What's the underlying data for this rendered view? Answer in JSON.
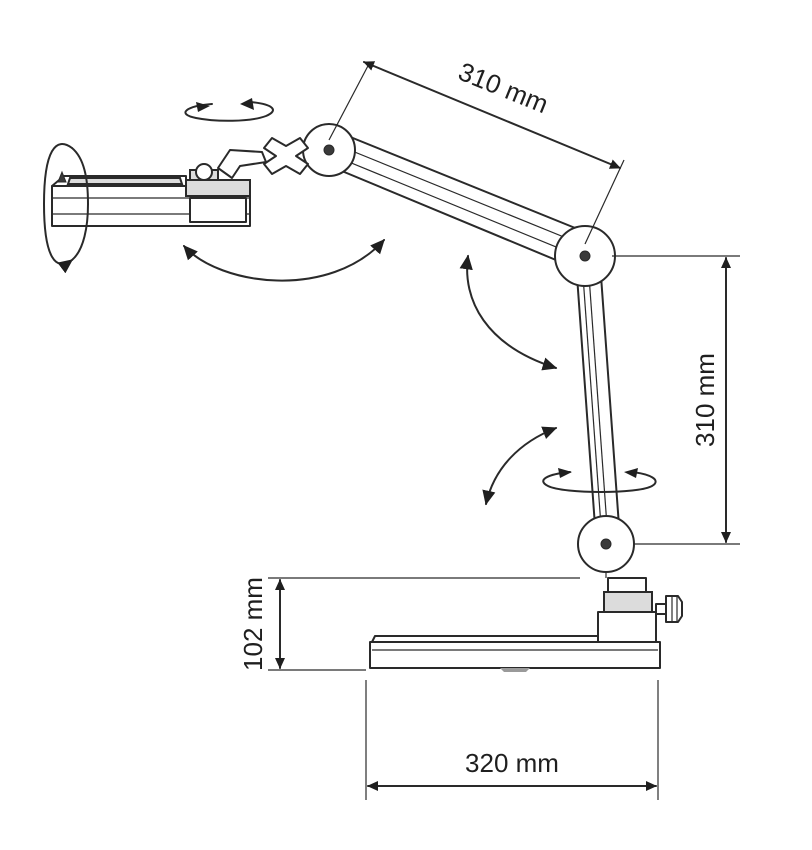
{
  "dimensions": {
    "upper_arm": "310 mm",
    "lower_arm": "310 mm",
    "base_height": "102 mm",
    "base_width": "320 mm"
  },
  "icons": [
    "rotation-arrow-icon",
    "swivel-arrow-icon",
    "tilt-arrow-icon"
  ]
}
